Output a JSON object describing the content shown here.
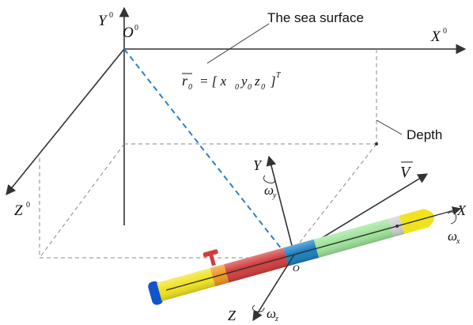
{
  "labels": {
    "sea_surface": "The sea surface",
    "depth": "Depth",
    "origin_global": "O",
    "origin_global_sup": "0",
    "axis_x_global": "X",
    "axis_x_global_sup": "0",
    "axis_y_global": "Y",
    "axis_y_global_sup": "0",
    "axis_z_global": "Z",
    "axis_z_global_sup": "0",
    "position_vector": "r",
    "position_vector_sub": "0",
    "position_vector_eq": "= [ x",
    "position_vector_x_sub": "0",
    "position_vector_y": "y",
    "position_vector_y_sub": "0",
    "position_vector_z": "z",
    "position_vector_z_sub": "0",
    "position_vector_close": "]",
    "position_vector_T": "T",
    "velocity": "V",
    "origin_body": "O",
    "axis_x_body": "X",
    "axis_y_body": "Y",
    "axis_z_body": "Z",
    "omega_x": "ω",
    "omega_x_sub": "x",
    "omega_y": "ω",
    "omega_y_sub": "y",
    "omega_z": "ω",
    "omega_z_sub": "z"
  },
  "colors": {
    "axis": "#333333",
    "dashed_guide": "#888888",
    "position_vector_line": "#2f7fc1",
    "hull_red": "#d23c3c",
    "hull_yellow": "#f0e21f",
    "hull_green": "#9de39a",
    "hull_blue": "#1a7fc0",
    "hull_orange": "#f0961e",
    "nose_gray": "#cfcfcf",
    "tail_blue": "#1155cc"
  }
}
